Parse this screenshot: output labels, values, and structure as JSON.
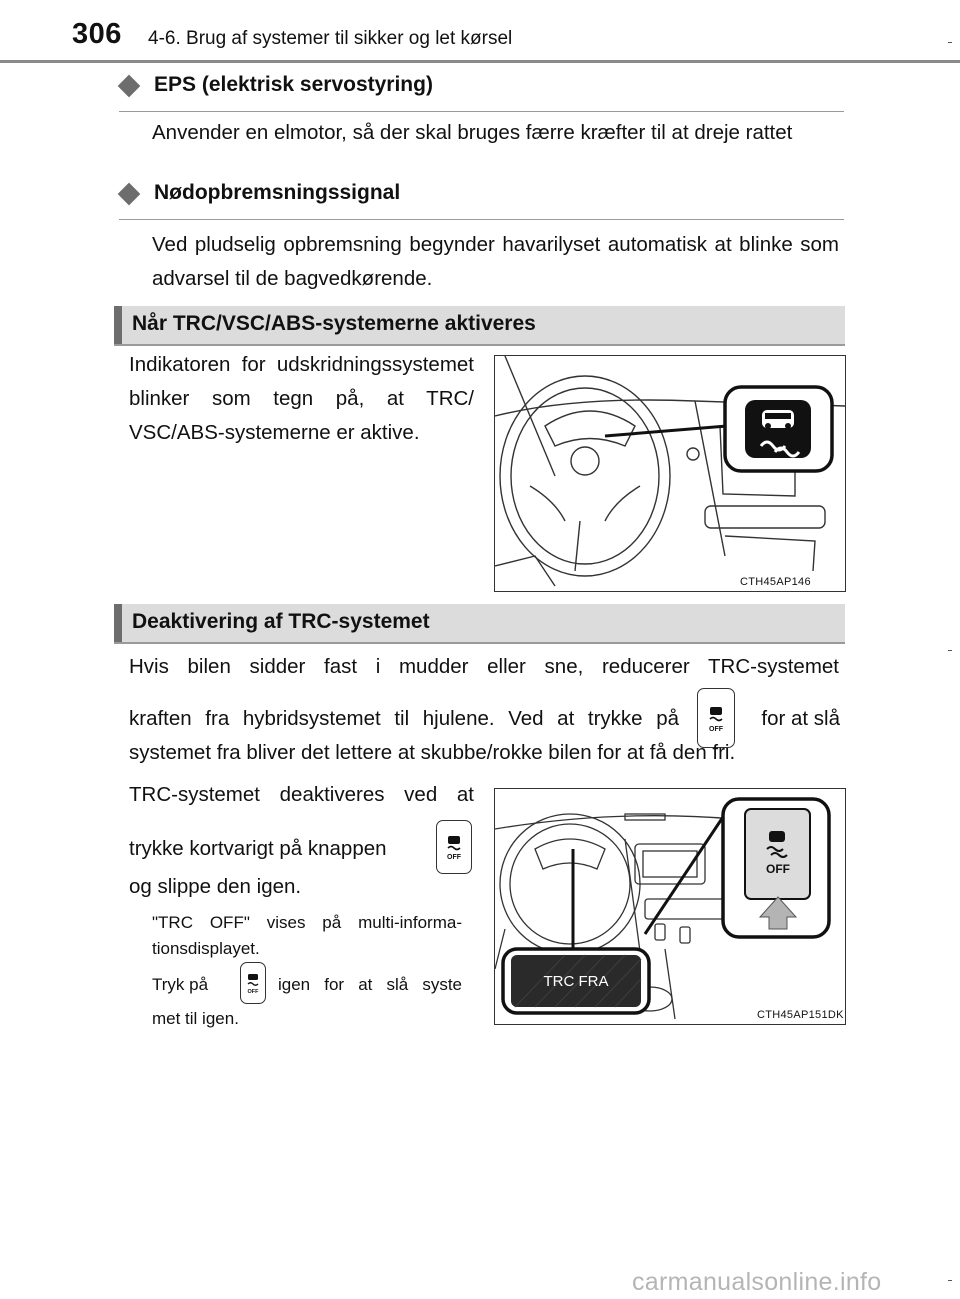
{
  "header": {
    "page_number": "306",
    "chapter": "4-6. Brug af systemer til sikker og let kørsel"
  },
  "eps": {
    "title": "EPS (elektrisk servostyring)",
    "body": "Anvender en elmotor, så der skal bruges færre kræfter til at dreje rattet"
  },
  "emergency": {
    "title": "Nødopbremsningssignal",
    "body": "Ved pludselig opbremsning begynder havarilyset automatisk at blinke som advarsel til de bagvedkørende."
  },
  "section1": {
    "title": "Når TRC/VSC/ABS-systemerne aktiveres",
    "body": "Indikatoren for udskridningssyste­met blinker som tegn på, at TRC/ VSC/ABS-systemerne er aktive.",
    "figure_code": "CTH45AP146"
  },
  "section2": {
    "title": "Deaktivering af TRC-systemet",
    "intro_line1": "Hvis bilen sidder fast i mudder eller sne, reducerer TRC-systemet",
    "intro_line2a": "kraften fra hybridsystemet til hjulene. Ved at trykke på",
    "intro_line2b": "for at slå",
    "intro_line3": "systemet fra bliver det lettere at skubbe/rokke bilen for at få den fri.",
    "press_line1": "TRC-systemet deaktiveres ved at",
    "press_line2": "trykke kortvarigt på knappen",
    "press_line3": "og slippe den igen.",
    "note1": "\"TRC OFF\" vises på multi-informa­tionsdisplayet.",
    "note2a": "Tryk på",
    "note2b": "igen for at slå syste­",
    "note2c": "met til igen.",
    "figure_code": "CTH45AP151DK",
    "display_text": "TRC FRA",
    "button_text": "OFF"
  },
  "watermark": "carmanualsonline.info"
}
